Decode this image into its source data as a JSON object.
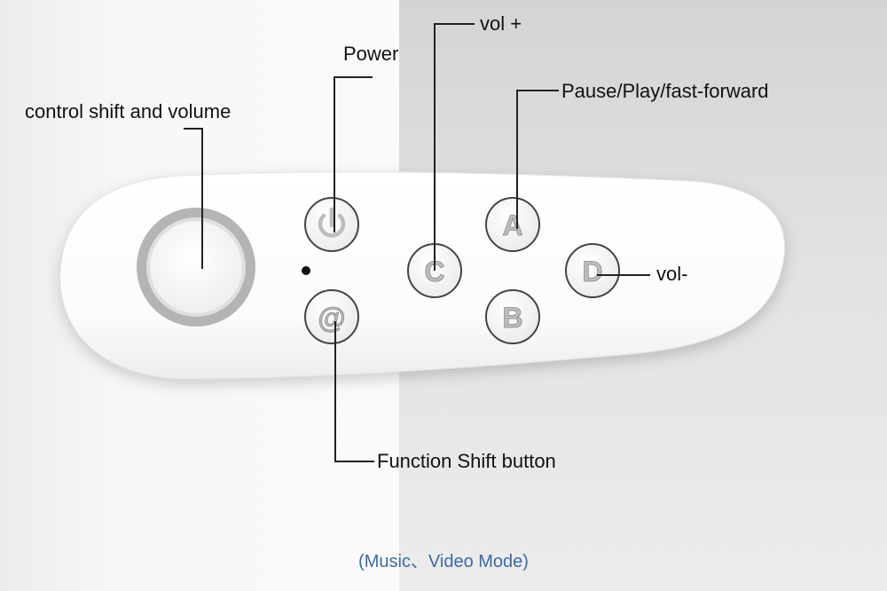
{
  "labels": {
    "joystick": "control shift and volume",
    "power": "Power",
    "vol_up": "vol +",
    "a_button": "Pause/Play/fast-forward",
    "vol_down": "vol-",
    "function_shift": "Function Shift button"
  },
  "buttons": {
    "a": "A",
    "b": "B",
    "c": "C",
    "d": "D",
    "at": "@"
  },
  "caption": "(Music、Video Mode)",
  "colors": {
    "caption": "#3f6aa6",
    "button_ring": "#444444",
    "button_letter": "#bcbcbc",
    "leader_line": "#222222"
  },
  "icons": {
    "power": "power-icon",
    "joystick": "joystick-icon"
  }
}
